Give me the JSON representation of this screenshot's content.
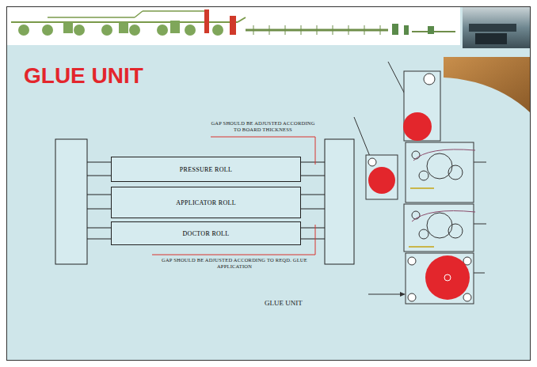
{
  "diagram": {
    "title": "GLUE UNIT",
    "nodes": [
      {
        "text": [
          "PRESSURE ROLL"
        ]
      },
      {
        "text": [
          "APPLICATOR ROLL"
        ]
      },
      {
        "text": [
          "DOCTOR ROLL"
        ]
      }
    ],
    "labels": [
      "GAP SHOULD BE ADJUSTED ACCORDING TO BOARD THICKNESS",
      "GAP SHOULD BE ADJUSTED ACCORDING TO REQD. GLUE APPLICATION",
      "GLUE UNIT"
    ]
  }
}
